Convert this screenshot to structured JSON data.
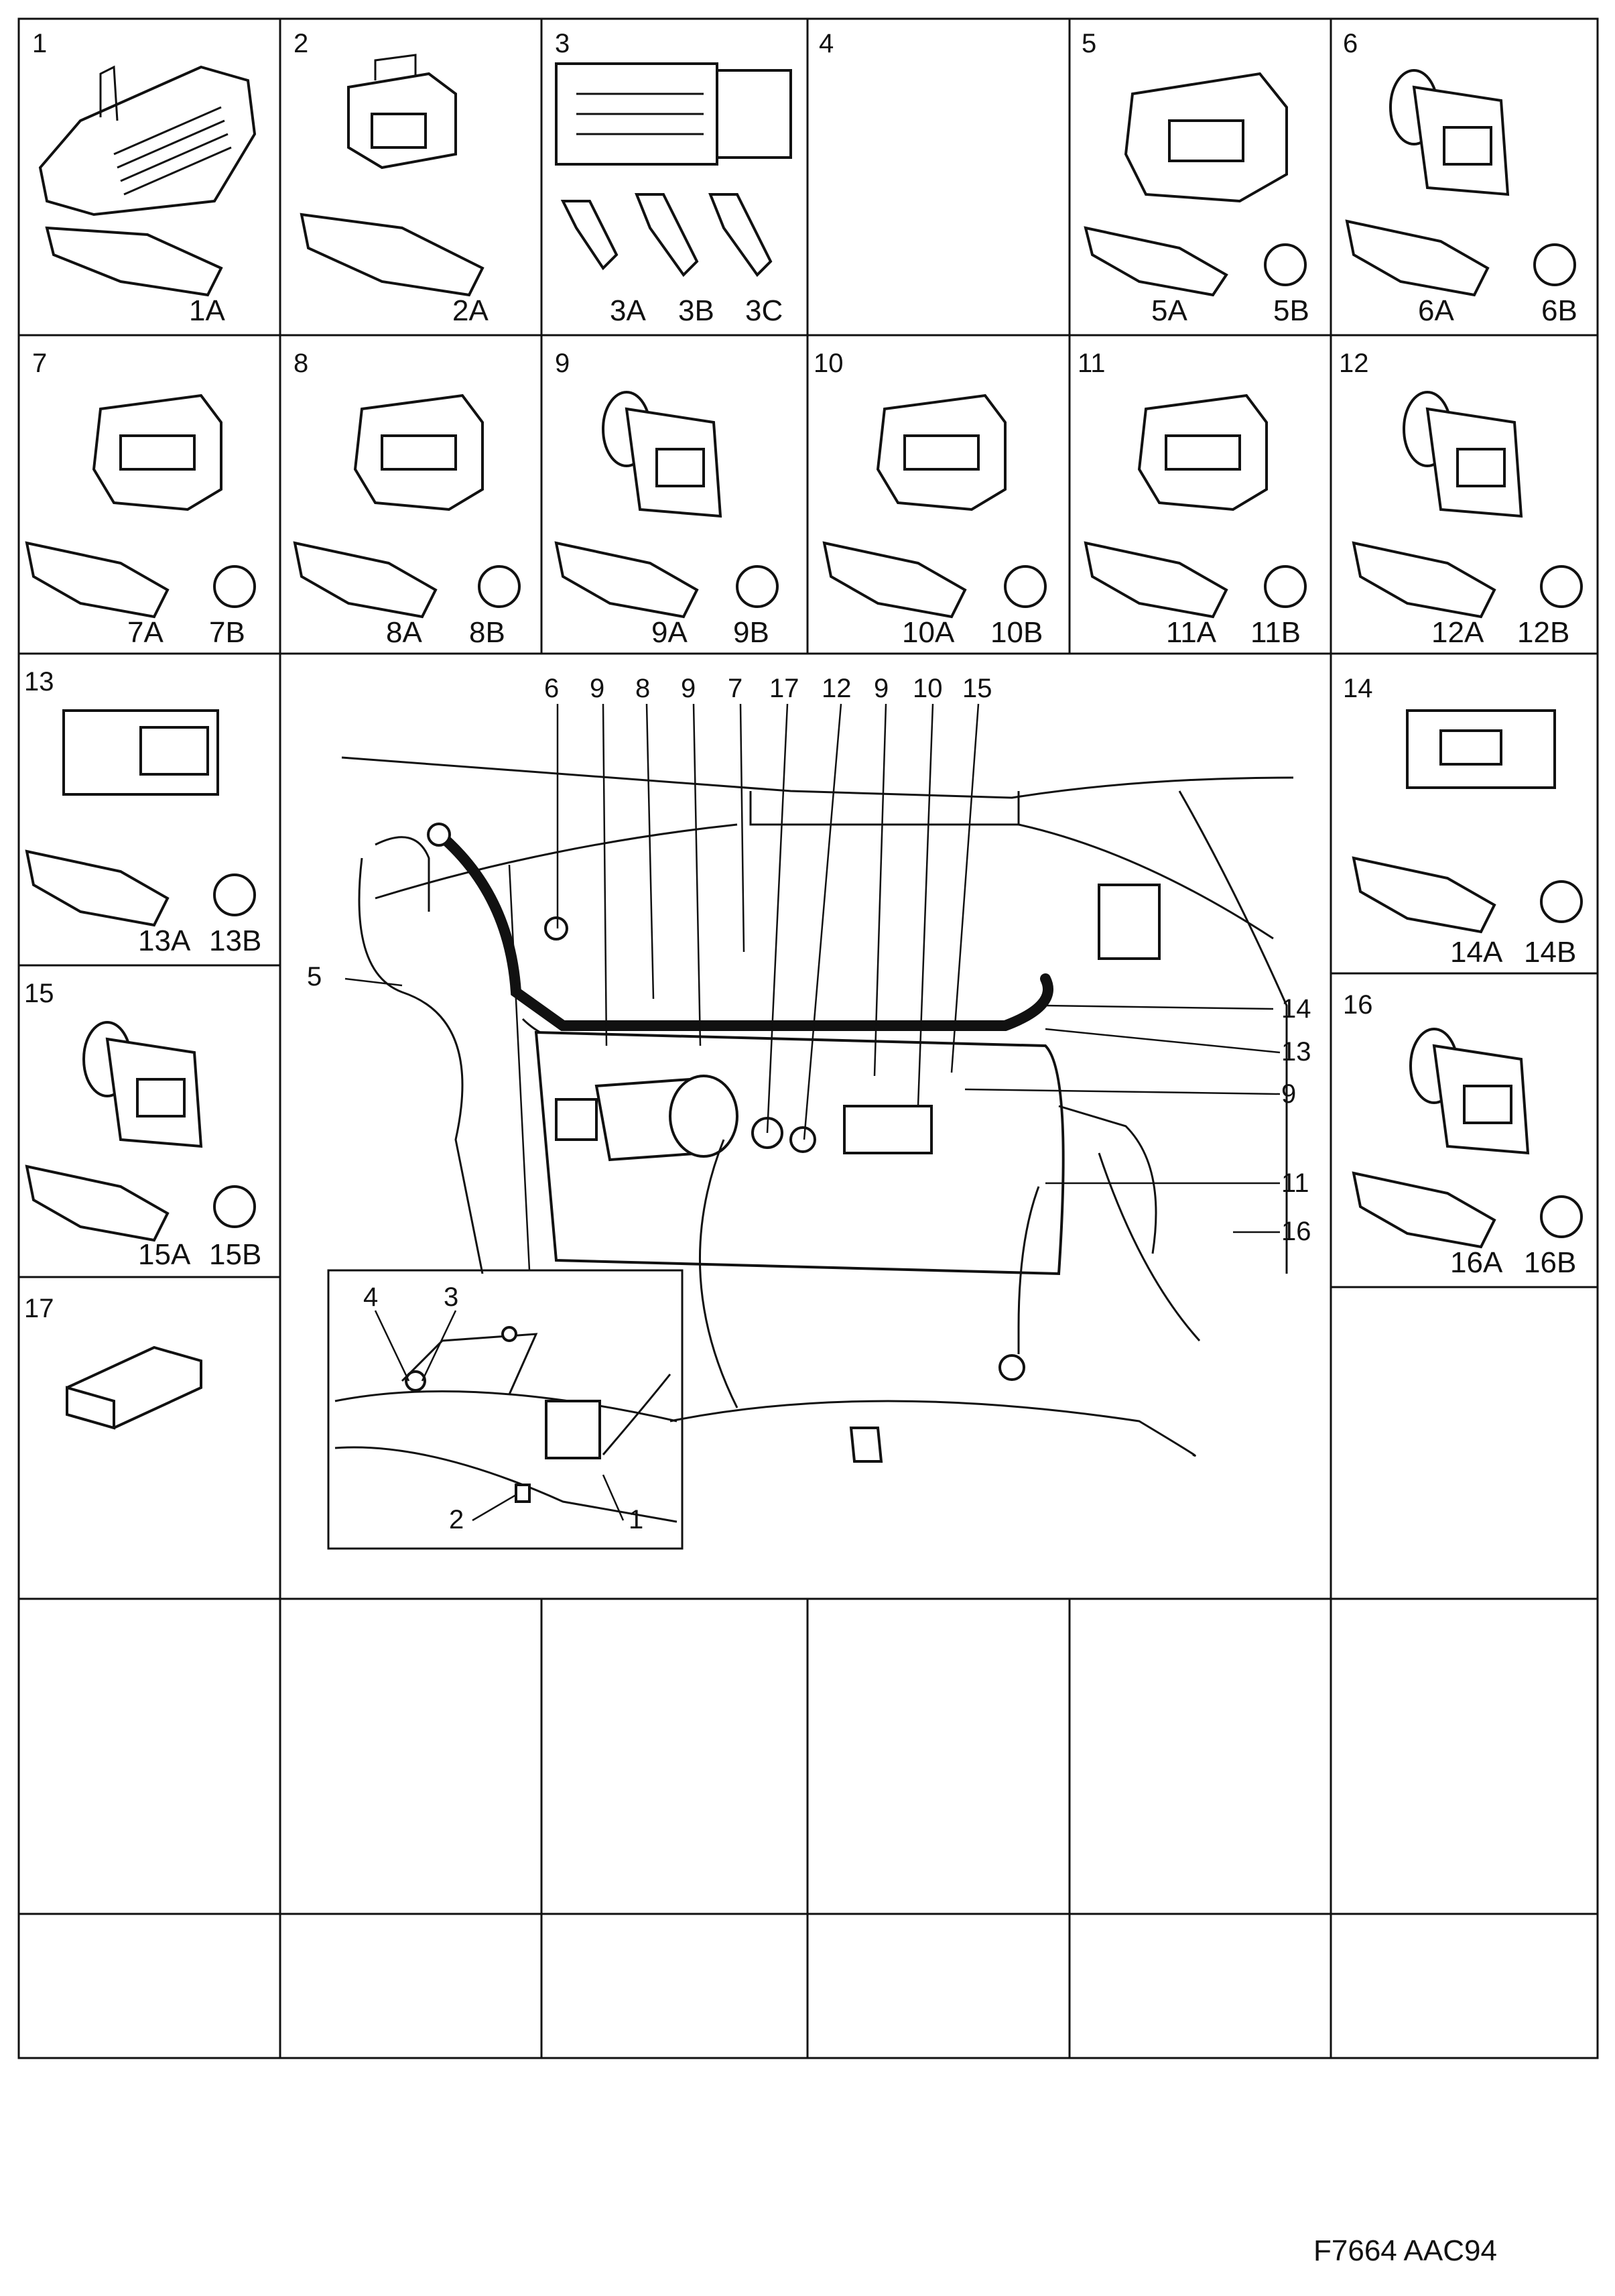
{
  "cells": [
    {
      "num": "1",
      "codes": [
        "1A"
      ]
    },
    {
      "num": "2",
      "codes": [
        "2A"
      ]
    },
    {
      "num": "3",
      "codes": [
        "3A",
        "3B",
        "3C"
      ]
    },
    {
      "num": "4",
      "codes": []
    },
    {
      "num": "5",
      "codes": [
        "5A",
        "5B"
      ]
    },
    {
      "num": "6",
      "codes": [
        "6A",
        "6B"
      ]
    },
    {
      "num": "7",
      "codes": [
        "7A",
        "7B"
      ]
    },
    {
      "num": "8",
      "codes": [
        "8A",
        "8B"
      ]
    },
    {
      "num": "9",
      "codes": [
        "9A",
        "9B"
      ]
    },
    {
      "num": "10",
      "codes": [
        "10A",
        "10B"
      ]
    },
    {
      "num": "11",
      "codes": [
        "11A",
        "11B"
      ]
    },
    {
      "num": "12",
      "codes": [
        "12A",
        "12B"
      ]
    },
    {
      "num": "13",
      "codes": [
        "13A",
        "13B"
      ]
    },
    {
      "num": "14",
      "codes": [
        "14A",
        "14B"
      ]
    },
    {
      "num": "15",
      "codes": [
        "15A",
        "15B"
      ]
    },
    {
      "num": "16",
      "codes": [
        "16A",
        "16B"
      ]
    },
    {
      "num": "17",
      "codes": []
    }
  ],
  "main_callouts": {
    "top": [
      "6",
      "9",
      "8",
      "9",
      "7",
      "17",
      "12",
      "9",
      "10",
      "15"
    ],
    "right": [
      "14",
      "13",
      "9",
      "11",
      "16"
    ],
    "left": [
      "5"
    ]
  },
  "inset_callouts": [
    "4",
    "3",
    "2",
    "1"
  ],
  "figure_code": "F7664 AAC94"
}
